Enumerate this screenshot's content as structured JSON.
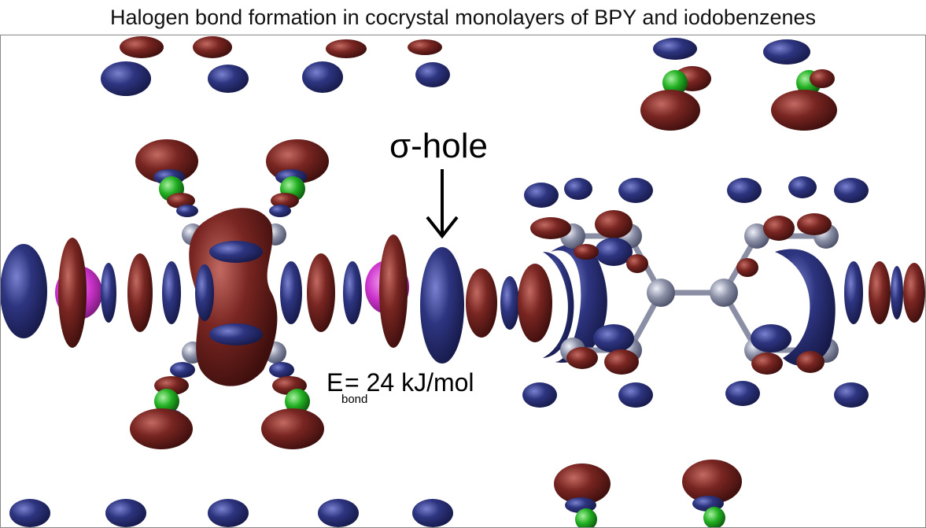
{
  "title": "Halogen bond formation in cocrystal monolayers of BPY and iodobenzenes",
  "annotations": {
    "sigma_hole": "σ-hole",
    "energy_prefix": "E",
    "energy_subscript": "bond",
    "energy_value": "= 24 kJ/mol"
  },
  "colors": {
    "negative_lobe": "#2e3580",
    "positive_lobe": "#7a2622",
    "iodine": "#cc33cc",
    "fluorine": "#22b022",
    "atom_grey": "#8a8fa6",
    "background": "#ffffff"
  }
}
